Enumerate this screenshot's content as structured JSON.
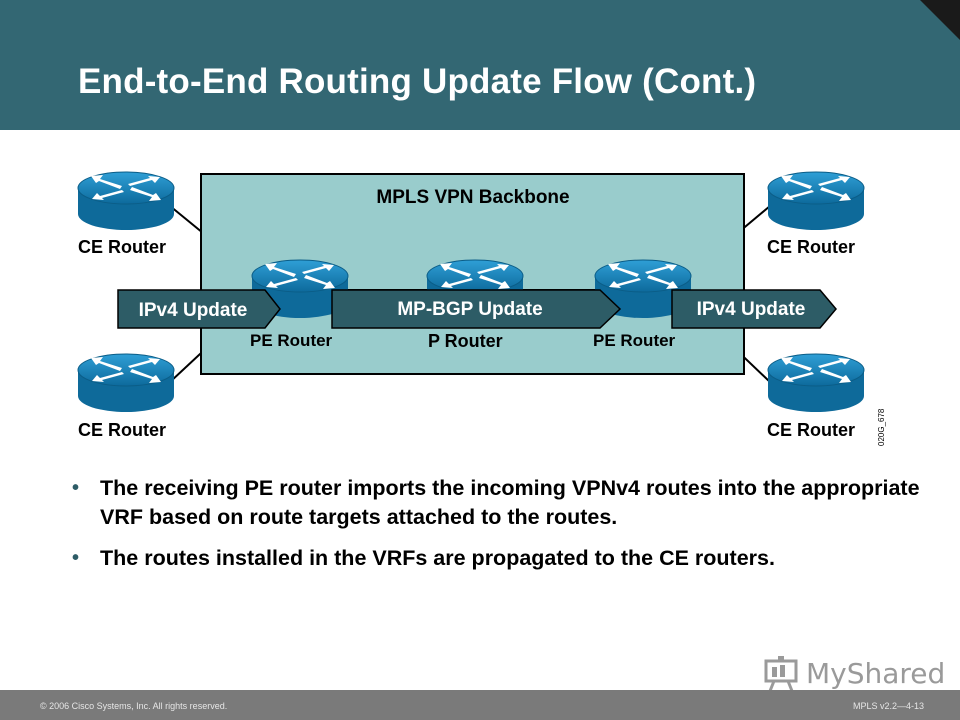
{
  "slide": {
    "title": "End-to-End Routing Update Flow (Cont.)",
    "colors": {
      "header": "#336773",
      "backbone_fill": "#99cccc",
      "router_blue": "#1a7fb3",
      "arrow_fill": "#2d5c66"
    }
  },
  "diagram": {
    "backbone_label": "MPLS VPN Backbone",
    "ce_top_left": "CE Router",
    "ce_bottom_left": "CE Router",
    "ce_top_right": "CE Router",
    "ce_bottom_right": "CE Router",
    "pe_left": "PE Router",
    "p_router": "P Router",
    "pe_right": "PE Router",
    "ipv4_update_left": "IPv4 Update",
    "mpbgp_update": "MP-BGP Update",
    "ipv4_update_right": "IPv4 Update",
    "figure_code": "020G_678"
  },
  "bullets": [
    "The receiving PE router imports the incoming VPNv4 routes into the appropriate VRF based on route targets attached to the routes.",
    "The routes installed in the VRFs are propagated to the CE routers."
  ],
  "footer": {
    "copyright": "© 2006 Cisco Systems, Inc. All rights reserved.",
    "course": "MPLS v2.2—4-13"
  },
  "watermark": {
    "text": "MyShared",
    "icon": "presentation-board-icon"
  }
}
